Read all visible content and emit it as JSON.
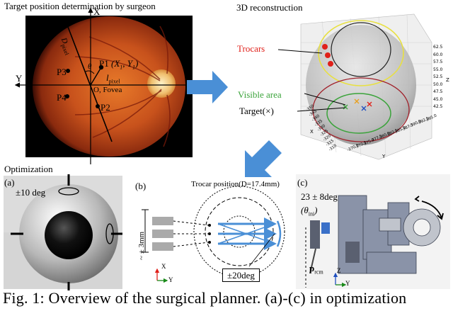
{
  "panel_titles": {
    "target": "Target position determination by surgeon",
    "recon": "3D reconstruction",
    "optim": "Optimization"
  },
  "fundus": {
    "axis_x": "X",
    "axis_y": "Y",
    "dpixel": "D",
    "dpixel_sub": "pixel",
    "p1": "P1",
    "p1_coord": "(X",
    "p1_coord_x_sub": "1",
    "p1_coord_y": ", Y",
    "p1_coord_y_sub": "1",
    "p1_coord_end": ")",
    "theta": "θ",
    "lpixel": "l",
    "lpixel_sub": "pixel",
    "p2": "P2",
    "p3": "P3",
    "p4": "P4",
    "fovea": "O, Fovea"
  },
  "recon": {
    "trocars": "Trocars",
    "visible_area": "Visible area",
    "target": "Target(",
    "target_mark": "×",
    "target_end": ")",
    "z_ticks": [
      "62.5",
      "60.0",
      "57.5",
      "55.0",
      "52.5",
      "50.0",
      "47.5",
      "45.0",
      "42.5"
    ],
    "x_ticks": [
      "-350",
      "-345",
      "-340",
      "-335",
      "-330",
      "-325",
      "-320",
      "-315",
      "-310"
    ],
    "y_ticks": [
      "-370.0",
      "-372.5",
      "-375.0",
      "-377.5",
      "-380.0",
      "-382.5",
      "-385.0",
      "-387.5",
      "-390.0",
      "-392.5",
      "-395.0"
    ],
    "z_axis": "Z",
    "x_axis": "X",
    "y_axis": "Y"
  },
  "sub_a": {
    "label": "(a)",
    "range": "±10 deg"
  },
  "sub_b": {
    "label": "(b)",
    "trocar_pos": "Trocar position(D=17.4mm)",
    "range_mm": "~ ± 3mm",
    "range_deg": "±20deg",
    "axis_x": "X",
    "axis_y": "Y"
  },
  "sub_c": {
    "label": "(c)",
    "angle": "23 ± 8deg",
    "theta_ini": "(θ",
    "theta_ini_sub": "ini",
    "theta_ini_end": ")",
    "prcm": "p",
    "prcm_sub": "rcm",
    "axis_z": "Z",
    "axis_y": "Y"
  },
  "caption": "Fig. 1: Overview of the surgical planner. (a)-(c) in optimization",
  "colors": {
    "arrow_blue": "#4a8fd6",
    "trocar_red": "#e0201a",
    "visible_green": "#3aa33a",
    "yellow_ring": "#e8e040"
  }
}
